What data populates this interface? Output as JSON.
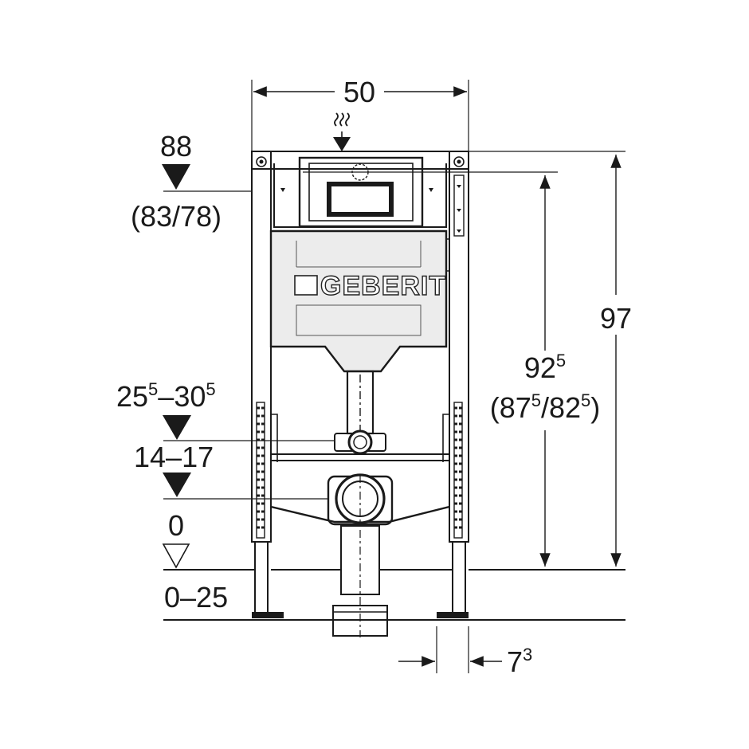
{
  "colors": {
    "line": "#1a1a1a",
    "tank_fill": "#ececec",
    "background": "#ffffff"
  },
  "brand": "GEBERIT",
  "dimensions": {
    "width_top": "50",
    "actuator_height": "88",
    "actuator_height_alt": "(83/78)",
    "frame_height": "97",
    "mount_height_main": "92",
    "mount_height_main_sup": "5",
    "mount_height_alt_a": "87",
    "mount_height_alt_a_sup": "5",
    "mount_height_alt_b": "82",
    "mount_height_alt_b_sup": "5",
    "supply_range_a": "25",
    "supply_range_a_sup": "5",
    "supply_range_b": "30",
    "supply_range_b_sup": "5",
    "drain_range": "14–17",
    "floor_level": "0",
    "floor_range": "0–25",
    "foot_offset": "7",
    "foot_offset_sup": "3"
  },
  "symbols": {
    "water_supply": "water-waves-icon",
    "level_marker": "triangle-down-icon",
    "level_marker_open": "triangle-down-outline-icon"
  }
}
